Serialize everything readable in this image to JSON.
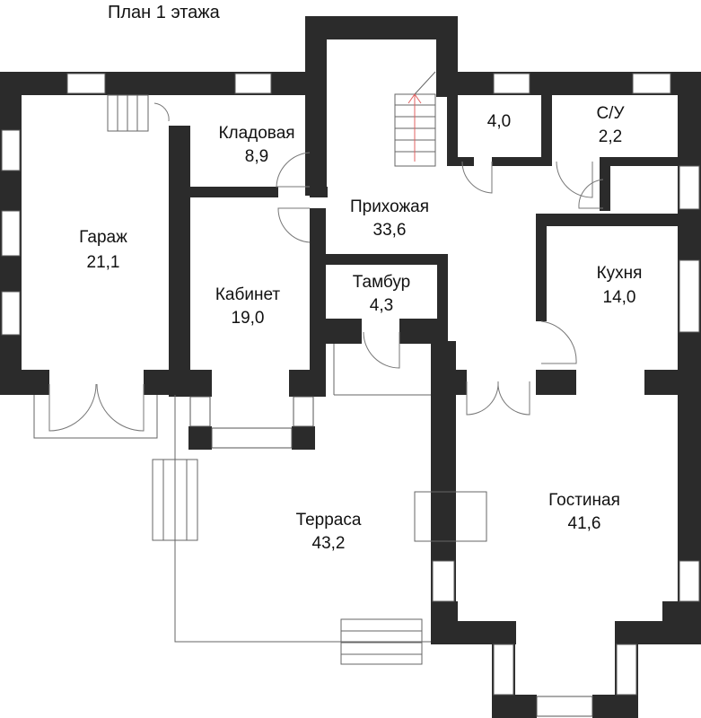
{
  "title": "План 1 этажа",
  "rooms": [
    {
      "id": "garage",
      "name": "Гараж",
      "area": "21,1"
    },
    {
      "id": "pantry",
      "name": "Кладовая",
      "area": "8,9"
    },
    {
      "id": "hall",
      "name": "Прихожая",
      "area": "33,6"
    },
    {
      "id": "small",
      "name": "",
      "area": "4,0"
    },
    {
      "id": "wc",
      "name": "С/У",
      "area": "2,2"
    },
    {
      "id": "study",
      "name": "Кабинет",
      "area": "19,0"
    },
    {
      "id": "vestibule",
      "name": "Тамбур",
      "area": "4,3"
    },
    {
      "id": "kitchen",
      "name": "Кухня",
      "area": "14,0"
    },
    {
      "id": "terrace",
      "name": "Терраса",
      "area": "43,2"
    },
    {
      "id": "living",
      "name": "Гостиная",
      "area": "41,6"
    }
  ],
  "colors": {
    "wall": "#2b2b2b",
    "background": "#ffffff"
  }
}
